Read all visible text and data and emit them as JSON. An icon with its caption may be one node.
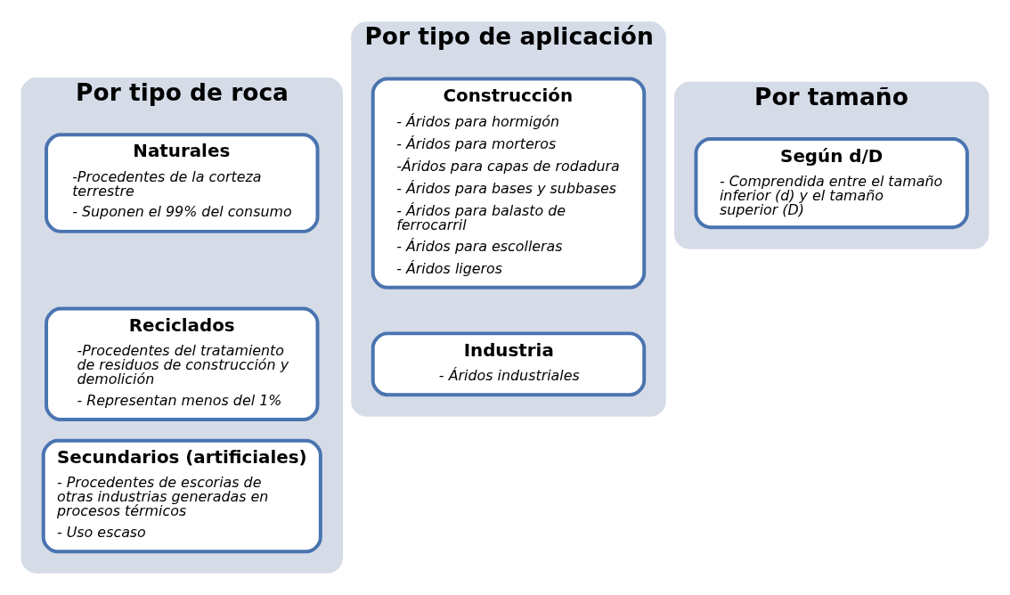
{
  "diagram": {
    "nodes": [
      {
        "text": [
          "Por tipo de roca"
        ]
      },
      {
        "text": [
          "Naturales",
          "-Procedentes de la corteza terrestre",
          "- Suponen el 99% del consumo"
        ],
        "in": 0
      },
      {
        "text": [
          "Reciclados",
          "-Procedentes del tratamiento de residuos de construcción y demolición",
          "- Representan menos del 1%"
        ],
        "in": 0
      },
      {
        "text": [
          "Secundarios (artificiales)",
          "- Procedentes de escorias de otras industrias generadas en procesos térmicos",
          "- Uso escaso"
        ],
        "in": 0
      },
      {
        "text": [
          "Por tipo de aplicación"
        ]
      },
      {
        "text": [
          "Construcción",
          "- Áridos para hormigón",
          "- Áridos para morteros",
          "-Áridos para capas de rodadura",
          "- Áridos para bases y subbases",
          "- Áridos para balasto de ferrocarril",
          "- Áridos para escolleras",
          "- Áridos ligeros"
        ],
        "in": 4
      },
      {
        "text": [
          "Industria",
          "- Áridos industriales"
        ],
        "in": 4
      },
      {
        "text": [
          "Por tamaño"
        ]
      },
      {
        "text": [
          "Según d/D",
          "- Comprendida entre el tamaño inferior (d) y el tamaño superior (D)"
        ],
        "in": 7
      }
    ],
    "edges": []
  }
}
